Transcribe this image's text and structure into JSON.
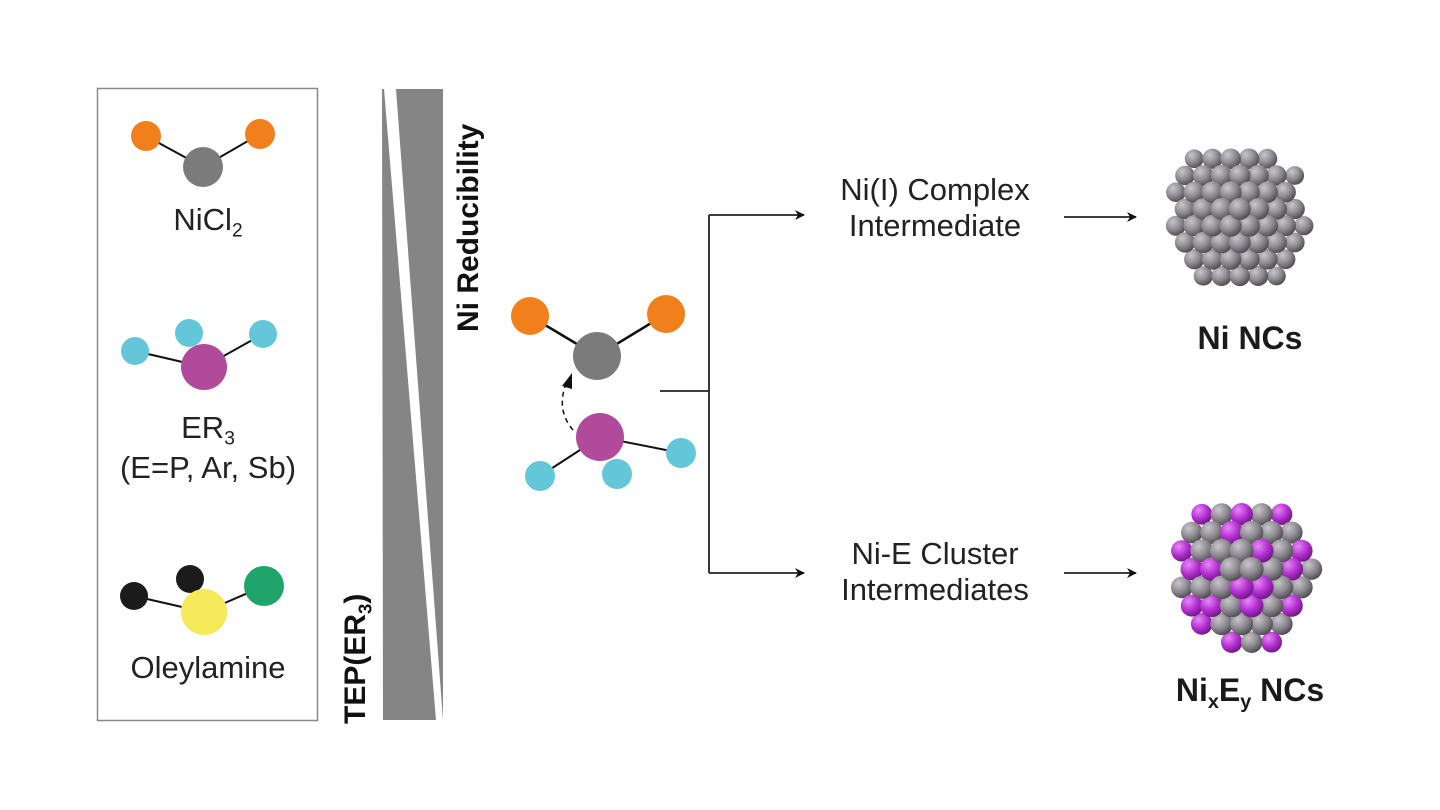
{
  "reagents": {
    "nicl2": {
      "label": "NiCl",
      "sub": "2"
    },
    "er3": {
      "label": "ER",
      "sub": "3",
      "note": "(E=P, Ar, Sb)"
    },
    "oleylamine": {
      "label": "Oleylamine"
    }
  },
  "gradient_axes": {
    "left": {
      "label": "TEP(ER",
      "sub": "3",
      "close": ")"
    },
    "right": {
      "label": "Ni Reducibility"
    }
  },
  "pathways": {
    "top": {
      "line1": "Ni(I) Complex",
      "line2": "Intermediate",
      "product": "Ni NCs"
    },
    "bottom": {
      "line1": "Ni-E Cluster",
      "line2": "Intermediates",
      "product_a": "Ni",
      "product_a_sub": "x",
      "product_b": "E",
      "product_b_sub": "y",
      "product_c": " NCs"
    }
  },
  "colors": {
    "chlorine": "#f07f1c",
    "nickel": "#7b7b7b",
    "pnictogen": "#b14a9a",
    "r_group": "#63c6d9",
    "nitrogen": "#f5ea5a",
    "carbon": "#1b1b1b",
    "hydrogen_green": "#1fa56b",
    "wedge": "#858585",
    "cluster_ni": "#8d8a8e",
    "cluster_e": "#b52fd2"
  }
}
